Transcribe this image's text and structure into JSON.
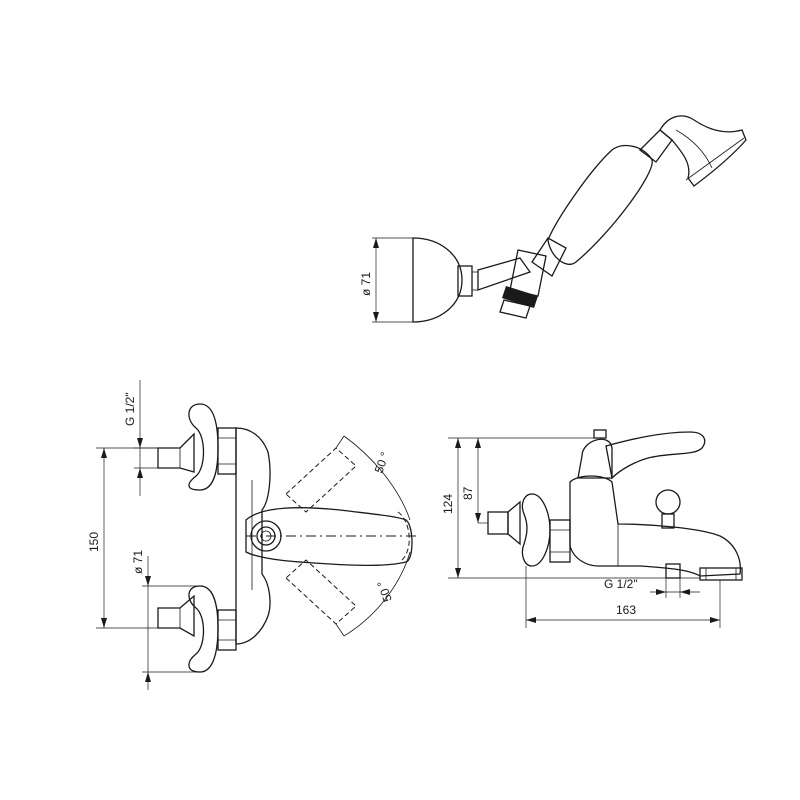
{
  "dimensions": {
    "head_diameter": "ø 71",
    "wall_flange_diameter": "ø 71",
    "thread_left": "G 1/2\"",
    "thread_bottom": "G 1/2\"",
    "center_distance": "150",
    "height_total": "124",
    "height_outlet": "87",
    "spout_length": "163",
    "lever_angle_top": "50 °",
    "lever_angle_bottom": "50 °"
  },
  "colors": {
    "line": "#1a1a1a",
    "background": "#ffffff"
  }
}
